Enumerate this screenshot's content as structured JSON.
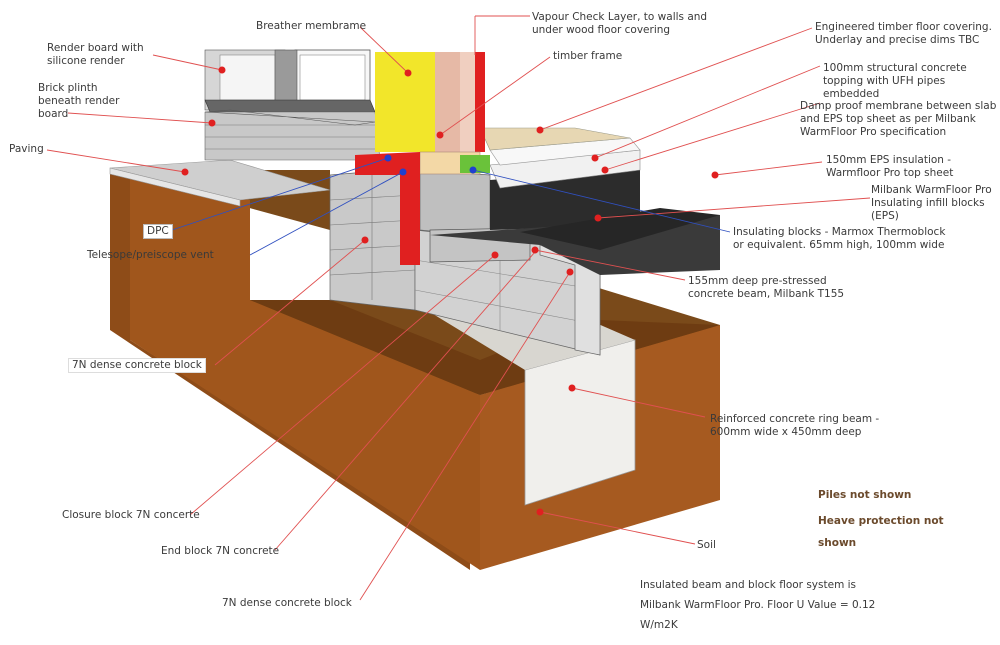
{
  "labels": {
    "render_board": "Render board with\nsilicone render",
    "brick_plinth": "Brick plinth\nbeneath render\nboard",
    "paving": "Paving",
    "breather": "Breather membrame",
    "vapour_check": "Vapour Check Layer, to walls and\nunder wood floor covering",
    "timber_frame": "timber frame",
    "engineered": "Engineered timber floor covering.\nUnderlay and precise dims TBC",
    "topping": "100mm structural concrete\ntopping with UFH pipes\nembedded",
    "dpm": "Damp proof membrane between slab\nand EPS top sheet as per Milbank\nWarmFloor Pro specification",
    "eps150": "150mm EPS insulation -\nWarmfloor Pro top sheet",
    "infill": "Milbank WarmFloor Pro\nInsulating infill blocks\n(EPS)",
    "insul_blocks": "Insulating blocks - Marmox Thermoblock\nor equivalent. 65mm high, 100mm wide",
    "beam": "155mm deep pre-stressed\nconcrete beam, Milbank T155",
    "ring_beam": "Reinforced concrete ring beam -\n600mm wide x 450mm deep",
    "soil": "Soil",
    "dpc": "DPC",
    "vent": "Telesope/preiscope vent",
    "dense_block_left": "7N dense concrete block",
    "closure": "Closure block 7N concerte",
    "end_block": "End block 7N concrete",
    "dense_block_bottom": "7N dense concrete block"
  },
  "notes": {
    "piles": "Piles not shown",
    "heave": "Heave protection not\nshown"
  },
  "info": "Insulated beam and block floor system is\nMilbank WarmFloor Pro. Floor U Value = 0.12\nW/m2K",
  "colors": {
    "soil": "#a0561c",
    "soil_dark": "#7a3e10",
    "leader_red": "#e05050",
    "leader_blue": "#3050c0",
    "membrane_yellow": "#f2e62a",
    "vapour_red": "#e02020",
    "note_brown": "#6b4a2c"
  }
}
